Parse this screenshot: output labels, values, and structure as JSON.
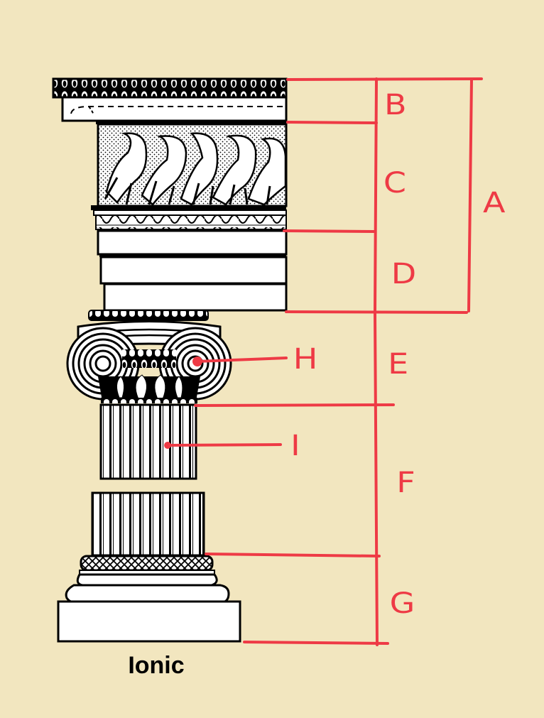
{
  "diagram": {
    "title": "Ionic",
    "subject": "Ionic column order with labeled parts",
    "colors": {
      "background": "#f2e6bf",
      "annotation": "#ee3a45",
      "ink": "#000000",
      "fill": "#ffffff"
    },
    "labels": {
      "A": "A",
      "B": "B",
      "C": "C",
      "D": "D",
      "E": "E",
      "F": "F",
      "G": "G",
      "H": "H",
      "I": "I"
    },
    "parts": [
      {
        "label": "A",
        "region": "entablature (overall top section)"
      },
      {
        "label": "B",
        "region": "cornice"
      },
      {
        "label": "C",
        "region": "frieze (sculpted horses relief)"
      },
      {
        "label": "D",
        "region": "architrave"
      },
      {
        "label": "E",
        "region": "capital"
      },
      {
        "label": "F",
        "region": "shaft"
      },
      {
        "label": "G",
        "region": "base"
      },
      {
        "label": "H",
        "region": "volute (pointer)"
      },
      {
        "label": "I",
        "region": "fluting (pointer)"
      }
    ]
  }
}
